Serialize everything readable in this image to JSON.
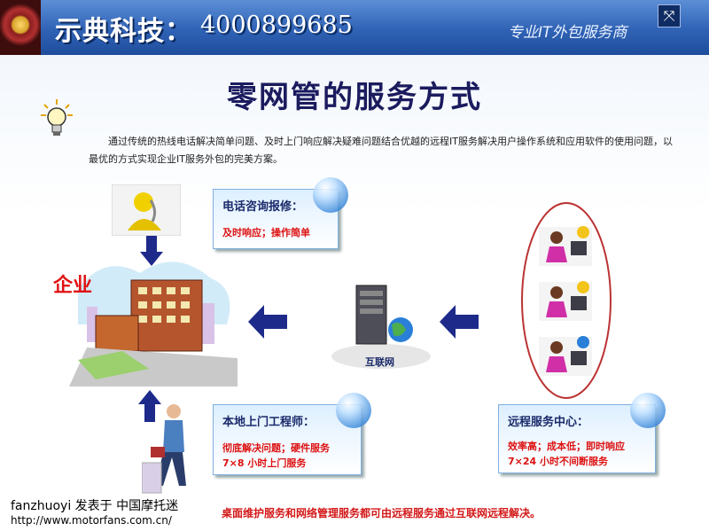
{
  "header": {
    "brand": "示典科技：",
    "phone": "4000899685",
    "tagline": "专业IT外包服务商"
  },
  "title": "零网管的服务方式",
  "intro": "通过传统的热线电话解决简单问题、及时上门响应解决疑难问题结合优越的远程IT服务解决用户操作系统和应用软件的使用问题，以最优的方式实现企业IT服务外包的完美方案。",
  "labels": {
    "enterprise": "企业",
    "internet": "互联网"
  },
  "boxes": {
    "phone_support": {
      "title": "电话咨询报修：",
      "lines": [
        "及时响应；操作简单"
      ]
    },
    "onsite": {
      "title": "本地上门工程师：",
      "lines": [
        "彻底解决问题；硬件服务",
        "7×8 小时上门服务"
      ]
    },
    "remote": {
      "title": "远程服务中心：",
      "lines": [
        "效率高；成本低；即时响应",
        "7×24 小时不间断服务"
      ]
    }
  },
  "footnote": "桌面维护服务和网络管理服务都可由远程服务通过互联网远程解决。",
  "watermark": {
    "line1": "fanzhuoyi 发表于 中国摩托迷",
    "line2": "http://www.motorfans.com.cn/"
  },
  "colors": {
    "header_blue": "#2f62b5",
    "title_navy": "#1b1b5e",
    "accent_red": "#d11111",
    "arrow_navy": "#1d2a8a"
  }
}
